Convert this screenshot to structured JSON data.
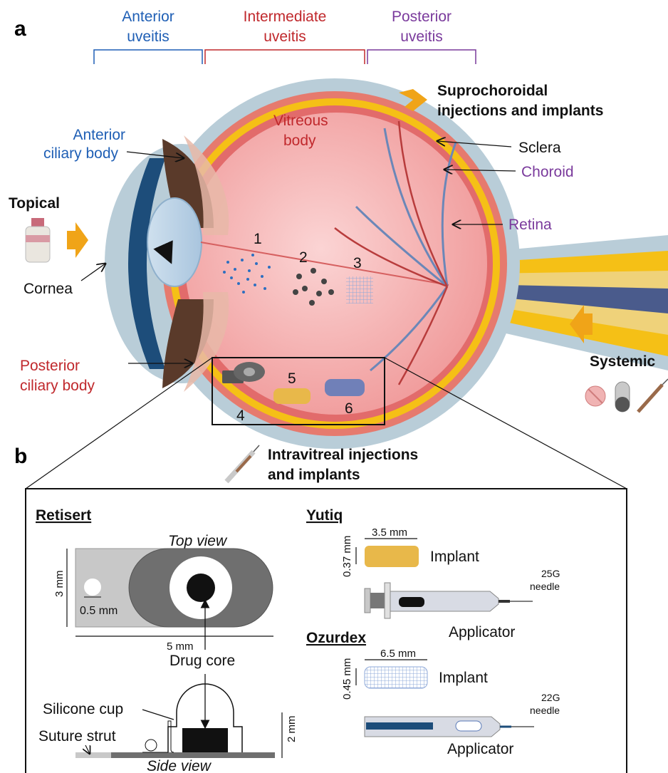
{
  "panel_a": {
    "letter": "a",
    "regions": {
      "anterior": [
        "Anterior",
        "uveitis"
      ],
      "intermediate": [
        "Intermediate",
        "uveitis"
      ],
      "posterior": [
        "Posterior",
        "uveitis"
      ]
    },
    "routes": {
      "suprochoroidal": [
        "Suprochoroidal",
        "injections and implants"
      ],
      "topical": "Topical",
      "systemic": "Systemic",
      "intravitreal": [
        "Intravitreal injections",
        "and implants"
      ]
    },
    "structures": {
      "anterior_ciliary": [
        "Anterior",
        "ciliary body"
      ],
      "vitreous": [
        "Vitreous",
        "body"
      ],
      "sclera": "Sclera",
      "choroid": "Choroid",
      "retina": "Retina",
      "cornea": "Cornea",
      "posterior_ciliary": [
        "Posterior",
        "ciliary body"
      ]
    },
    "numbers": [
      "1",
      "2",
      "3",
      "4",
      "5",
      "6"
    ]
  },
  "panel_b": {
    "letter": "b",
    "retisert": {
      "title": "Retisert",
      "top_view": "Top view",
      "side_view": "Side view",
      "dim_height": "3 mm",
      "dim_hole": "0.5 mm",
      "dim_length": "5 mm",
      "drug_core": "Drug core",
      "silicone_cup": "Silicone cup",
      "suture_strut": "Suture strut",
      "dim_side": "2 mm"
    },
    "yutiq": {
      "title": "Yutiq",
      "dim_length": "3.5 mm",
      "dim_diameter": "0.37 mm",
      "implant": "Implant",
      "needle": [
        "25G",
        "needle"
      ],
      "applicator": "Applicator"
    },
    "ozurdex": {
      "title": "Ozurdex",
      "dim_length": "6.5 mm",
      "dim_diameter": "0.45 mm",
      "implant": "Implant",
      "needle": [
        "22G",
        "needle"
      ],
      "applicator": "Applicator"
    }
  },
  "colors": {
    "anterior": "#1f5fb5",
    "intermediate": "#c0282c",
    "posterior": "#7a3a9c",
    "sclera": "#b9cdd8",
    "choroid_yellow": "#f5c016",
    "retina_red": "#e26b6b",
    "vitreous": "#f7c1c1",
    "arrow_orange": "#f0a418"
  }
}
